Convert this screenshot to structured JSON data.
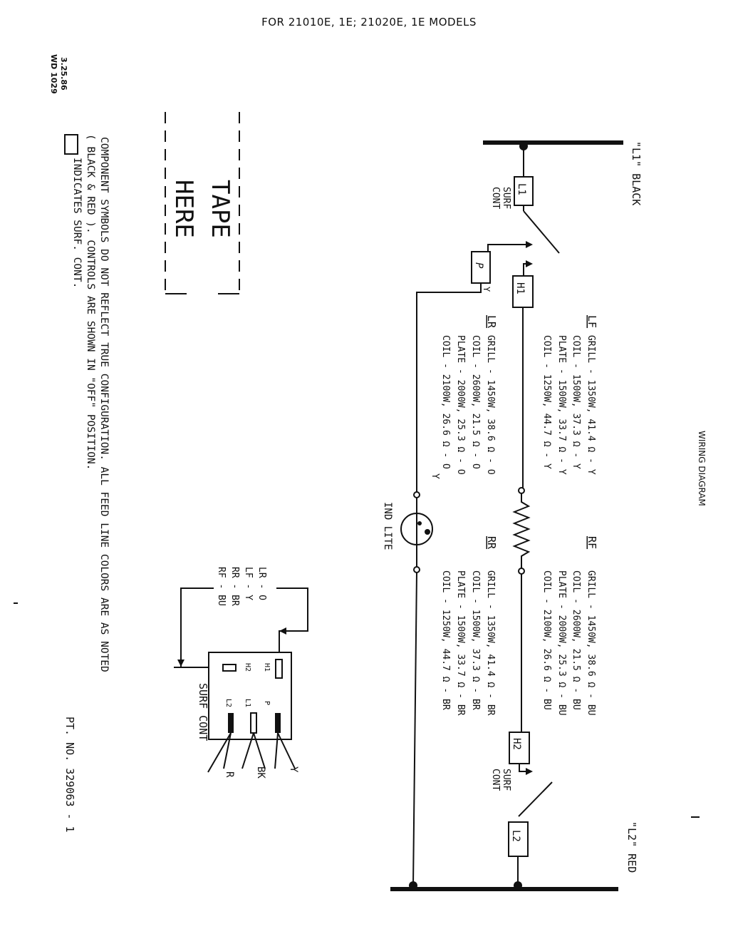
{
  "header": {
    "title": "FOR 21010E, 1E; 21020E, 1E MODELS",
    "date": "3.25.86",
    "doc_no": "WD 1029"
  },
  "diagram_title": "WIRING DIAGRAM",
  "lines": {
    "l1": "\"L1\" BLACK",
    "l2": "\"L2\" RED"
  },
  "components": {
    "l1_box": "L1",
    "l2_box": "L2",
    "h1_box": "H1",
    "h2_box": "H2",
    "p_box": "P",
    "p_wire": "Y",
    "surf_cont_1": "SURF",
    "surf_cont_2": "CONT",
    "surf_cont_3": "SURF CONT",
    "ind_lite": "IND LITE"
  },
  "elements": {
    "lf": {
      "head": "LF",
      "rows": [
        "GRILL - 1350W, 41.4 Ω  - Y",
        "COIL   - 1500W, 37.3 Ω  - Y",
        "PLATE - 1500W, 33.7 Ω  - Y",
        "COIL   - 1250W, 44.7 Ω  - Y"
      ]
    },
    "lr": {
      "head": "LR",
      "rows": [
        "GRILL - 1450W, 38.6 Ω  - O",
        "COIL   - 2600W, 21.5 Ω  - O",
        "PLATE - 2000W, 25.3 Ω  - O",
        "COIL   - 2100W, 26.6 Ω  - O"
      ],
      "tail": "Y"
    },
    "rf": {
      "head": "RF",
      "rows": [
        "GRILL - 1450W, 38.6 Ω  - BU",
        "COIL   - 2600W, 21.5 Ω  - BU",
        "PLATE - 2000W, 25.3 Ω  - BU",
        "COIL   - 2100W, 26.6 Ω  - BU"
      ]
    },
    "rr": {
      "head": "RR",
      "rows": [
        "GRILL - 1350W, 41.4 Ω  - BR",
        "COIL   - 1500W, 37.3 Ω  - BR",
        "PLATE - 1500W, 33.7 Ω  - BR",
        "COIL   - 1250W, 44.7 Ω  - BR"
      ]
    }
  },
  "color_key": [
    "LR - O",
    "LF - Y",
    "RR - BR",
    "RF - BU"
  ],
  "switch": {
    "term_h1": "H1",
    "term_h2": "H2",
    "term_p": "P",
    "term_l1": "L1",
    "term_l2": "L2",
    "wire_y": "Y",
    "wire_bk": "BK",
    "wire_r": "R"
  },
  "tape": {
    "line1": "TAPE",
    "line2": "HERE"
  },
  "notes": {
    "line1": "COMPONENT SYMBOLS DO NOT REFLECT TRUE CONFIGURATION.  ALL FEED LINE COLORS ARE AS NOTED",
    "line2": "( BLACK & RED ).  CONTROLS  ARE  SHOWN  IN  \"OFF\"  POSITION.",
    "line3": "INDICATES  SURF. CONT."
  },
  "part_no": "PT. NO. 329063 - 1"
}
